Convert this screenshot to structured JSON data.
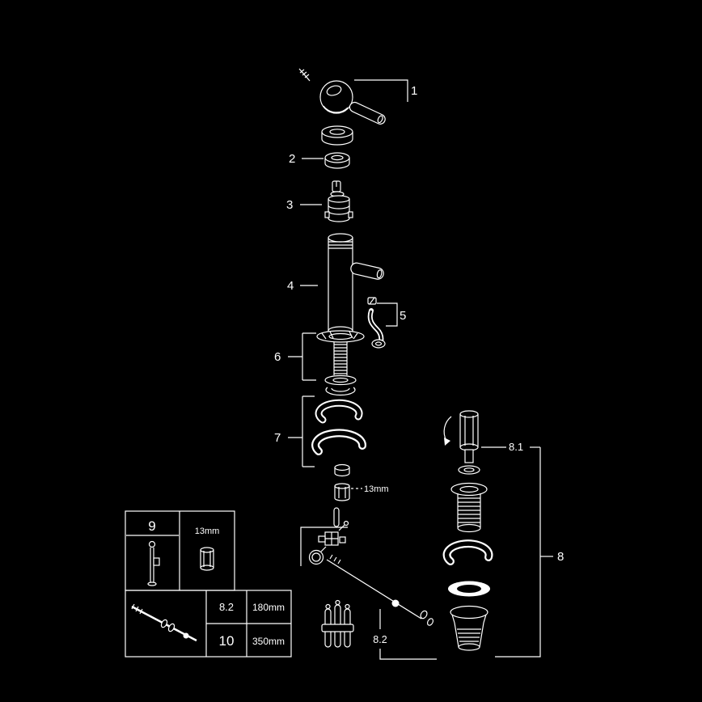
{
  "colors": {
    "background": "#000000",
    "line": "#ffffff"
  },
  "callouts": {
    "n1": "1",
    "n2": "2",
    "n3": "3",
    "n4": "4",
    "n5": "5",
    "n6": "6",
    "n7": "7",
    "n8": "8",
    "n8_1": "8.1",
    "n8_2": "8.2",
    "nut_size": "13mm"
  },
  "legend": {
    "item9": "9",
    "tool13": "13mm",
    "row1_label": "8.2",
    "row1_value": "180mm",
    "row2_label": "10",
    "row2_value": "350mm"
  }
}
